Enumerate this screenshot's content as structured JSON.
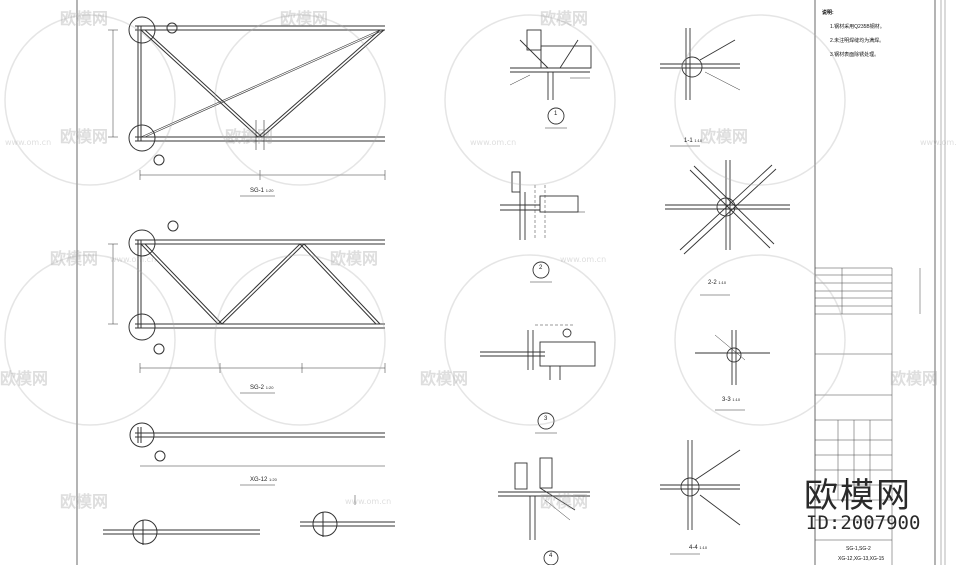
{
  "sheet": {
    "views": {
      "sg1": "SG-1",
      "sg2": "SG-2",
      "xg12": "XG-12",
      "scale": "1:20"
    },
    "details": {
      "d1": "1",
      "d2": "2",
      "d3": "3",
      "d4": "4",
      "s11": "1-1",
      "s22": "2-2",
      "s33": "3-3",
      "s44": "4-4",
      "scale": "1:10"
    },
    "notes": {
      "heading": "说明:",
      "line1": "1.钢材采用Q235B钢材。",
      "line2": "2.未注明焊缝均为满焊。",
      "line3": "3.钢材表面除锈处理。"
    },
    "title_block": {
      "drawing_name": "SG-1,SG-2",
      "drawing_sub": "XG-12,XG-13,XG-15"
    },
    "watermark": {
      "brand": "欧模网",
      "url": "www.om.cn",
      "id": "ID:2007900"
    }
  }
}
